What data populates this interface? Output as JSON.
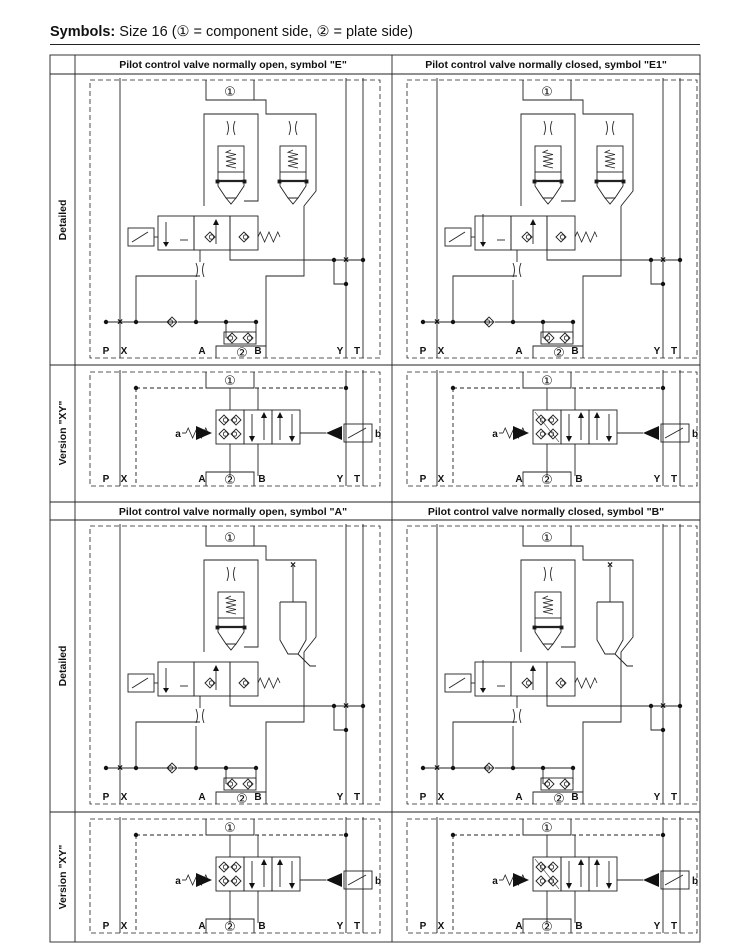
{
  "title": {
    "bold": "Symbols:",
    "rest": "Size 16 (① = component side, ② = plate side)"
  },
  "rows": {
    "detailed": "Detailed",
    "version_xy": "Version \"XY\""
  },
  "columns": {
    "top_left": "Pilot control valve normally open, symbol \"E\"",
    "top_right": "Pilot control valve normally closed, symbol \"E1\"",
    "bottom_left": "Pilot control valve normally open, symbol \"A\"",
    "bottom_right": "Pilot control valve normally closed, symbol \"B\""
  },
  "ports": {
    "p": "P",
    "x": "X",
    "a": "A",
    "b": "B",
    "y": "Y",
    "t": "T",
    "one": "①",
    "two": "②"
  },
  "solenoids": {
    "a": "a",
    "b": "b"
  }
}
